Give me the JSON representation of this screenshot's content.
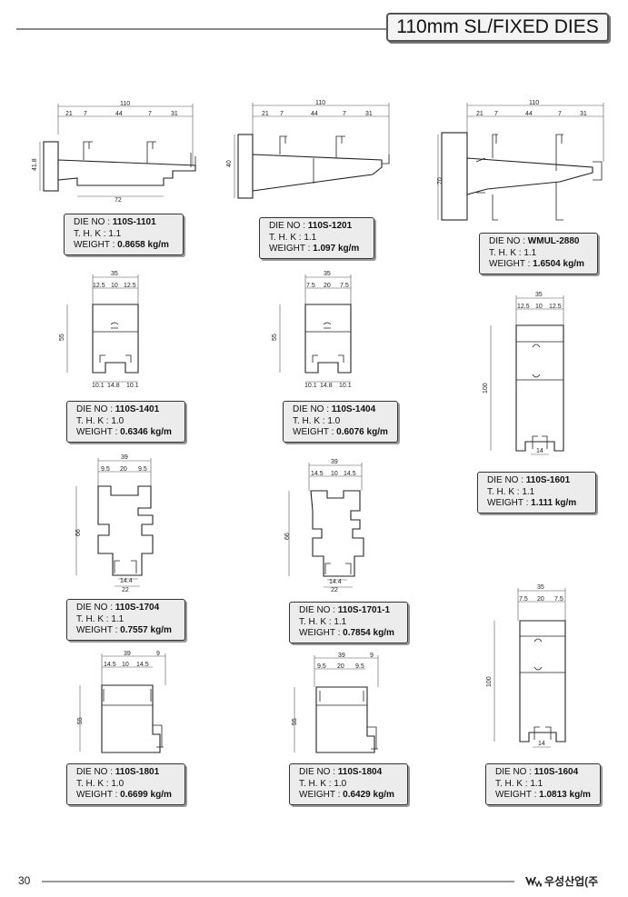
{
  "header": {
    "title": "110mm SL/FIXED DIES"
  },
  "footer": {
    "page_number": "30",
    "brand": "우성산업(주"
  },
  "labels": {
    "die_no": "DIE NO : ",
    "thk": "T. H. K :  ",
    "weight": "WEIGHT : "
  },
  "dies": [
    {
      "die_no": "110S-1101",
      "thk": "1.1",
      "weight": "0.8658 kg/m",
      "dims": {
        "total": "110",
        "w1": "21",
        "w2": "7",
        "w3": "44",
        "w4": "7",
        "w5": "31",
        "height": "41.8",
        "bottom": "72"
      }
    },
    {
      "die_no": "110S-1201",
      "thk": "1.1",
      "weight": "1.097 kg/m",
      "dims": {
        "total": "110",
        "w1": "21",
        "w2": "7",
        "w3": "44",
        "w4": "7",
        "w5": "31",
        "height": "40"
      }
    },
    {
      "die_no": "WMUL-2880",
      "thk": "1.1",
      "weight": "1.6504 kg/m",
      "dims": {
        "total": "110",
        "w1": "21",
        "w2": "7",
        "w3": "44",
        "w4": "7",
        "w5": "31",
        "height": "70"
      }
    },
    {
      "die_no": "110S-1401",
      "thk": "1.0",
      "weight": "0.6346 kg/m",
      "dims": {
        "total": "35",
        "a": "12.5",
        "b": "10",
        "c": "12.5",
        "height": "55",
        "d": "10.1",
        "e": "14.8",
        "f": "10.1"
      }
    },
    {
      "die_no": "110S-1404",
      "thk": "1.0",
      "weight": "0.6076 kg/m",
      "dims": {
        "total": "35",
        "a": "7.5",
        "b": "20",
        "c": "7.5",
        "height": "55",
        "d": "10.1",
        "e": "14.8",
        "f": "10.1"
      }
    },
    {
      "die_no": "110S-1601",
      "thk": "1.1",
      "weight": "1.111 kg/m",
      "dims": {
        "total": "35",
        "a": "12.5",
        "b": "10",
        "c": "12.5",
        "height": "100",
        "bottom": "14"
      }
    },
    {
      "die_no": "110S-1704",
      "thk": "1.1",
      "weight": "0.7557 kg/m",
      "dims": {
        "total": "39",
        "a": "9.5",
        "b": "20",
        "c": "9.5",
        "height": "66",
        "d": "14.4",
        "e": "22"
      }
    },
    {
      "die_no": "110S-1701-1",
      "thk": "1.1",
      "weight": "0.7854 kg/m",
      "dims": {
        "total": "39",
        "a": "14.5",
        "b": "10",
        "c": "14.5",
        "height": "66",
        "d": "14.4",
        "e": "22"
      }
    },
    {
      "die_no": "110S-1604",
      "thk": "1.1",
      "weight": "1.0813 kg/m",
      "dims": {
        "total": "35",
        "a": "7.5",
        "b": "20",
        "c": "7.5",
        "height": "100",
        "bottom": "14"
      }
    },
    {
      "die_no": "110S-1801",
      "thk": "1.0",
      "weight": "0.6699 kg/m",
      "dims": {
        "total": "39",
        "side": "9",
        "a": "14.5",
        "b": "10",
        "c": "14.5",
        "height": "55"
      }
    },
    {
      "die_no": "110S-1804",
      "thk": "1.0",
      "weight": "0.6429 kg/m",
      "dims": {
        "total": "39",
        "side": "9",
        "a": "9.5",
        "b": "20",
        "c": "9.5",
        "height": "55"
      }
    }
  ]
}
